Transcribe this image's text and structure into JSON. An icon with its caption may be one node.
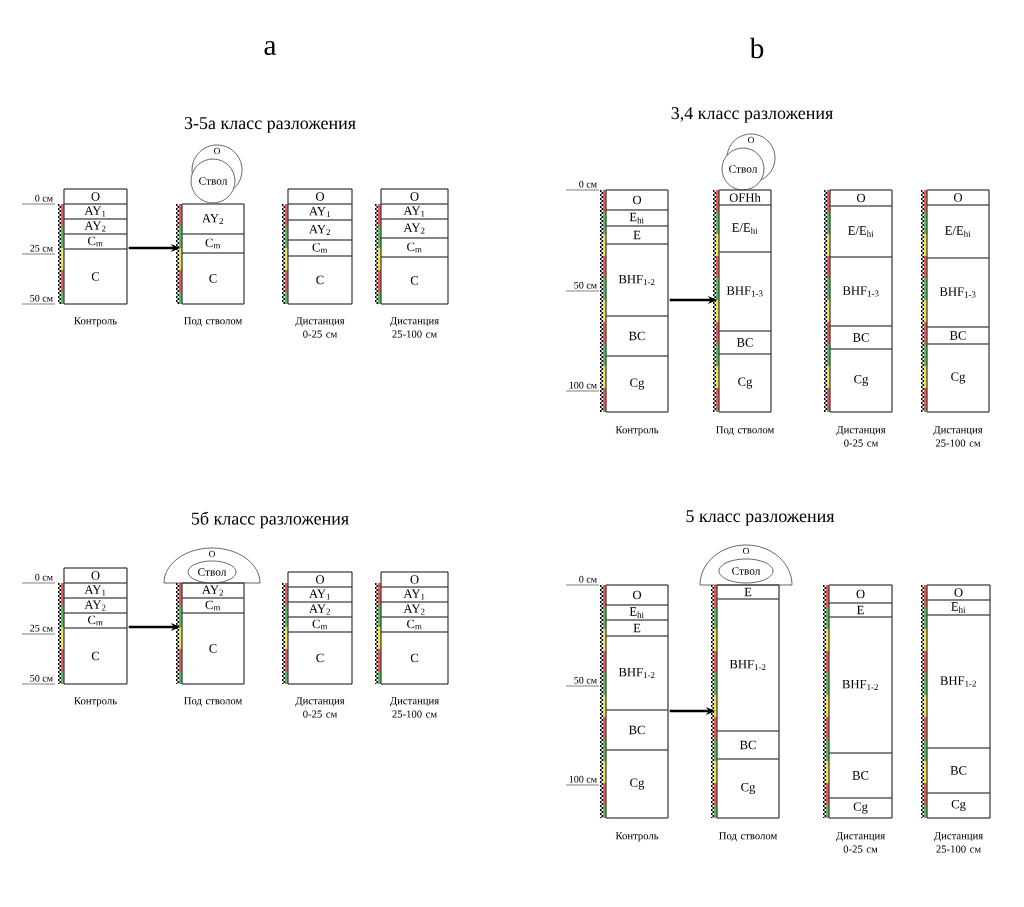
{
  "diagram": {
    "nodes": [
      {
        "text": [
          "O"
        ]
      },
      {
        "text": [
          "Ствол"
        ]
      },
      {
        "text": [],
        "shape": "box",
        "beside": [
          "Контроль"
        ]
      },
      {
        "text": [
          "O"
        ],
        "in": 2
      },
      {
        "text": [
          "AY$_{1}$"
        ],
        "in": 2
      },
      {
        "text": [
          "AY$_{2}$"
        ],
        "in": 2
      },
      {
        "text": [
          "C$_{m}$"
        ],
        "in": 2
      },
      {
        "text": [
          "C"
        ],
        "in": 2
      },
      {
        "text": [],
        "shape": "box",
        "beside": [
          "Под стволом"
        ]
      },
      {
        "text": [
          "AY$_{2}$"
        ],
        "in": 8
      },
      {
        "text": [
          "C$_{m}$"
        ],
        "in": 8
      },
      {
        "text": [
          "C"
        ],
        "in": 8
      },
      {
        "text": [],
        "shape": "box",
        "beside": [
          "Дистанция 0-25 см"
        ]
      },
      {
        "text": [
          "O"
        ],
        "in": 12
      },
      {
        "text": [
          "AY$_{1}$"
        ],
        "in": 12
      },
      {
        "text": [
          "AY$_{2}$"
        ],
        "in": 12
      },
      {
        "text": [
          "C$_{m}$"
        ],
        "in": 12
      },
      {
        "text": [
          "C"
        ],
        "in": 12
      },
      {
        "text": [],
        "shape": "box",
        "beside": [
          "Дистанция 25-100 см"
        ]
      },
      {
        "text": [
          "O"
        ],
        "in": 18
      },
      {
        "text": [
          "AY$_{1}$"
        ],
        "in": 18
      },
      {
        "text": [
          "AY$_{2}$"
        ],
        "in": 18
      },
      {
        "text": [
          "C$_{m}$"
        ],
        "in": 18
      },
      {
        "text": [
          "C"
        ],
        "in": 18
      },
      {
        "text": [
          "O"
        ]
      },
      {
        "text": [
          "Ствол"
        ]
      },
      {
        "text": [],
        "shape": "box",
        "beside": [
          "Контроль"
        ]
      },
      {
        "text": [
          "O"
        ],
        "in": 26
      },
      {
        "text": [
          "E$_{hi}$"
        ],
        "in": 26
      },
      {
        "text": [
          "E"
        ],
        "in": 26
      },
      {
        "text": [
          "BHF$_{1-2}$"
        ],
        "in": 26
      },
      {
        "text": [
          "BC"
        ],
        "in": 26
      },
      {
        "text": [
          "Cg"
        ],
        "in": 26
      },
      {
        "text": [],
        "shape": "box",
        "beside": [
          "Под стволом"
        ]
      },
      {
        "text": [
          "OFHh"
        ],
        "in": 33
      },
      {
        "text": [
          "E/E$_{hi}$"
        ],
        "in": 33
      },
      {
        "text": [
          "BHF$_{1-3}$"
        ],
        "in": 33
      },
      {
        "text": [
          "BC"
        ],
        "in": 33
      },
      {
        "text": [
          "Cg"
        ],
        "in": 33
      },
      {
        "text": [],
        "shape": "box",
        "beside": [
          "Дистанция 0-25 см"
        ]
      },
      {
        "text": [
          "O"
        ],
        "in": 39
      },
      {
        "text": [
          "E/E$_{hi}$"
        ],
        "in": 39
      },
      {
        "text": [
          "BHF$_{1-3}$"
        ],
        "in": 39
      },
      {
        "text": [
          "BC"
        ],
        "in": 39
      },
      {
        "text": [
          "Cg"
        ],
        "in": 39
      },
      {
        "text": [],
        "shape": "box",
        "beside": [
          "Дистанция 25-100 см"
        ]
      },
      {
        "text": [
          "O"
        ],
        "in": 45
      },
      {
        "text": [
          "E/E$_{hi}$"
        ],
        "in": 45
      },
      {
        "text": [
          "BHF$_{1-3}$"
        ],
        "in": 45
      },
      {
        "text": [
          "BC"
        ],
        "in": 45
      },
      {
        "text": [
          "Cg"
        ],
        "in": 45
      },
      {
        "text": [
          "O"
        ]
      },
      {
        "text": [
          "Ствол"
        ],
        "in": 51
      },
      {
        "text": [],
        "shape": "box",
        "beside": [
          "Контроль"
        ]
      },
      {
        "text": [
          "O"
        ],
        "in": 53
      },
      {
        "text": [
          "AY$_{1}$"
        ],
        "in": 53
      },
      {
        "text": [
          "AY$_{2}$"
        ],
        "in": 53
      },
      {
        "text": [
          "C$_{m}$"
        ],
        "in": 53
      },
      {
        "text": [
          "C"
        ],
        "in": 53
      },
      {
        "text": [],
        "shape": "box",
        "beside": [
          "Под стволом"
        ]
      },
      {
        "text": [
          "AY$_{2}$"
        ],
        "in": 59
      },
      {
        "text": [
          "C$_{m}$"
        ],
        "in": 59
      },
      {
        "text": [
          "C"
        ],
        "in": 59
      },
      {
        "text": [],
        "shape": "box",
        "beside": [
          "Дистанция 0-25 см"
        ]
      },
      {
        "text": [
          "O"
        ],
        "in": 63
      },
      {
        "text": [
          "AY$_{1}$"
        ],
        "in": 63
      },
      {
        "text": [
          "AY$_{2}$"
        ],
        "in": 63
      },
      {
        "text": [
          "C$_{m}$"
        ],
        "in": 63
      },
      {
        "text": [
          "C"
        ],
        "in": 63
      },
      {
        "text": [],
        "shape": "box",
        "beside": [
          "Дистанция 25-100 см"
        ]
      },
      {
        "text": [
          "O"
        ],
        "in": 69
      },
      {
        "text": [
          "AY$_{1}$"
        ],
        "in": 69
      },
      {
        "text": [
          "AY$_{2}$"
        ],
        "in": 69
      },
      {
        "text": [
          "C$_{m}$"
        ],
        "in": 69
      },
      {
        "text": [
          "C"
        ],
        "in": 69
      },
      {
        "text": [
          "O"
        ]
      },
      {
        "text": [
          "Ствол"
        ],
        "in": 75
      },
      {
        "text": [],
        "shape": "box",
        "beside": [
          "Контроль"
        ]
      },
      {
        "text": [
          "O"
        ],
        "in": 77
      },
      {
        "text": [
          "E$_{hi}$"
        ],
        "in": 77
      },
      {
        "text": [
          "E"
        ],
        "in": 77
      },
      {
        "text": [
          "BHF$_{1-2}$"
        ],
        "in": 77
      },
      {
        "text": [
          "BC"
        ],
        "in": 77
      },
      {
        "text": [
          "Cg"
        ],
        "in": 77
      },
      {
        "text": [],
        "shape": "box",
        "beside": [
          "Под стволом"
        ]
      },
      {
        "text": [
          "E"
        ],
        "in": 84
      },
      {
        "text": [
          "BHF$_{1-2}$"
        ],
        "in": 84
      },
      {
        "text": [
          "BC"
        ],
        "in": 84
      },
      {
        "text": [
          "Cg"
        ],
        "in": 84
      },
      {
        "text": [],
        "shape": "box",
        "beside": [
          "Дистанция 0-25 см"
        ]
      },
      {
        "text": [
          "O"
        ],
        "in": 89
      },
      {
        "text": [
          "E"
        ],
        "in": 89
      },
      {
        "text": [
          "BHF$_{1-2}$"
        ],
        "in": 89
      },
      {
        "text": [
          "BC"
        ],
        "in": 89
      },
      {
        "text": [
          "Cg"
        ],
        "in": 89
      },
      {
        "text": [],
        "shape": "box",
        "beside": [
          "Дистанция 25-100 см"
        ]
      },
      {
        "text": [
          "O"
        ],
        "in": 95
      },
      {
        "text": [
          "E$_{hi}$"
        ],
        "in": 95
      },
      {
        "text": [
          "BHF$_{1-2}$"
        ],
        "in": 95
      },
      {
        "text": [
          "BC"
        ],
        "in": 95
      },
      {
        "text": [
          "Cg"
        ],
        "in": 95
      }
    ],
    "edges": [
      {
        "from": 2,
        "to": 8,
        "arrow": "to"
      },
      {
        "from": 26,
        "to": 33,
        "arrow": "to"
      },
      {
        "from": 53,
        "to": 59,
        "arrow": "to"
      },
      {
        "from": 77,
        "to": 84,
        "arrow": "to"
      }
    ],
    "labels": [
      "a",
      "b",
      "3-5а класс разложения",
      "3,4 класс разложения",
      "0 см",
      "25 см",
      "50 см",
      "0 см",
      "50 см",
      "100 см",
      "5б класс разложения",
      "5 класс разложения",
      "0 см",
      "25 см",
      "50 см",
      "0 см",
      "50 см",
      "100 см"
    ]
  }
}
